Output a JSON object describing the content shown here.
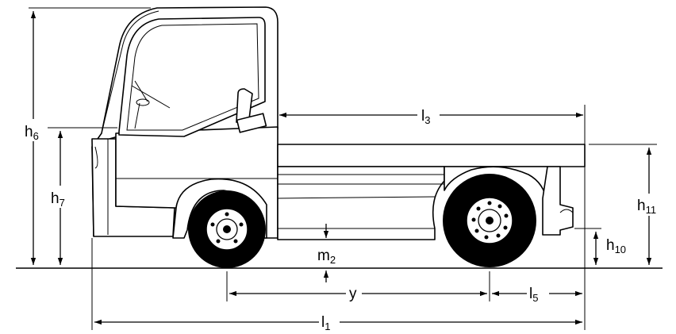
{
  "diagram": {
    "labels": {
      "h6": {
        "main": "h",
        "sub": "6"
      },
      "h7": {
        "main": "h",
        "sub": "7"
      },
      "l3": {
        "main": "l",
        "sub": "3"
      },
      "h11": {
        "main": "h",
        "sub": "11"
      },
      "h10": {
        "main": "h",
        "sub": "10"
      },
      "m2": {
        "main": "m",
        "sub": "2"
      },
      "y": {
        "main": "y",
        "sub": ""
      },
      "l5": {
        "main": "l",
        "sub": "5"
      },
      "l1": {
        "main": "l",
        "sub": "1"
      }
    }
  }
}
